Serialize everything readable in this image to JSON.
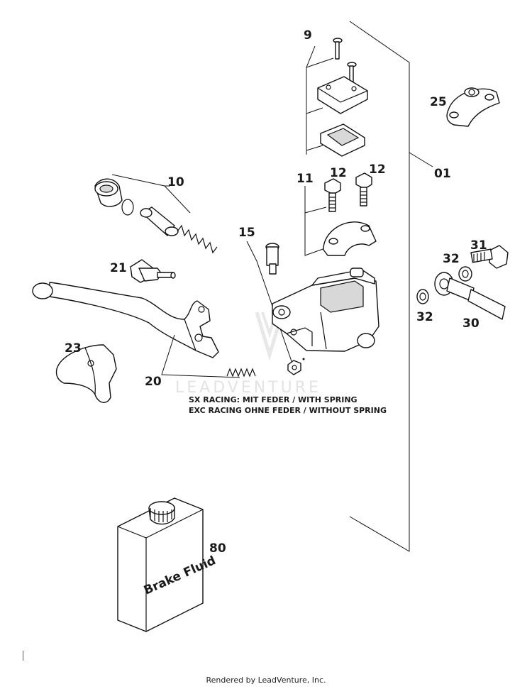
{
  "callouts": {
    "c9": "9",
    "c25": "25",
    "c01": "01",
    "c10": "10",
    "c11": "11",
    "c12a": "12",
    "c12b": "12",
    "c15": "15",
    "c21": "21",
    "c31": "31",
    "c32a": "32",
    "c32b": "32",
    "c30": "30",
    "c23": "23",
    "c20": "20",
    "c80": "80"
  },
  "notes": {
    "sx_racing": "SX RACING: MIT FEDER / WITH SPRING",
    "exc_racing": "EXC RACING  OHNE FEDER / WITHOUT SPRING"
  },
  "bottle_label": "Brake Fluid",
  "watermark": "LEADVENTURE",
  "footer": "Rendered by LeadVenture, Inc."
}
